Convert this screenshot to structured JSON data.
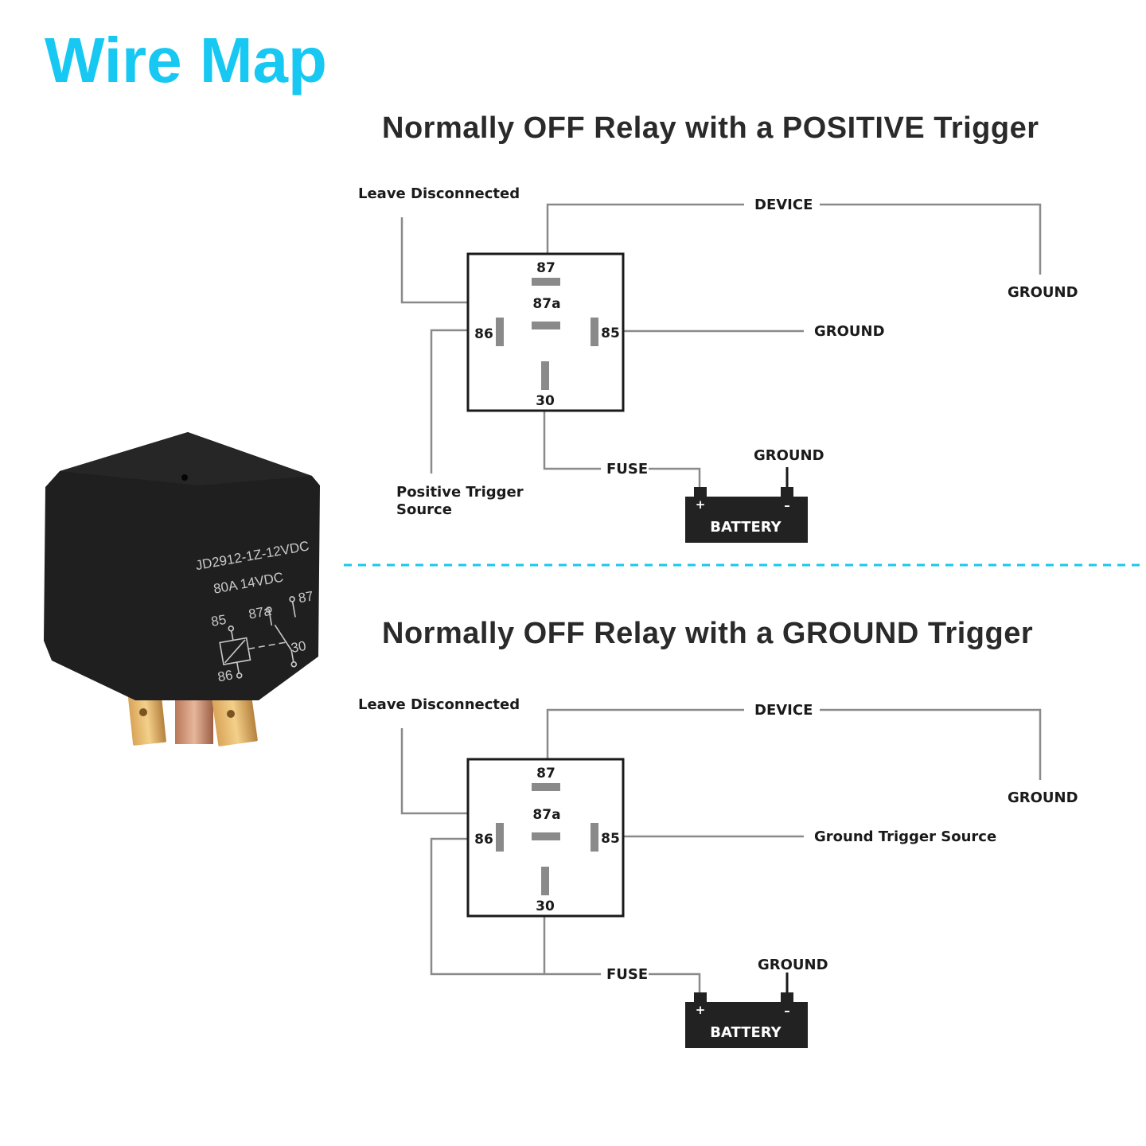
{
  "title": "Wire Map",
  "colors": {
    "accent": "#16c8f2",
    "wire": "#8a8a8a",
    "pad": "#8a8a8a",
    "battery": "#222222"
  },
  "relay_photo": {
    "label_line1": "JD2912-1Z-12VDC",
    "label_line2": "80A  14VDC",
    "pins": {
      "p85": "85",
      "p86": "86",
      "p87a": "87a",
      "p87": "87",
      "p30": "30"
    }
  },
  "diagram_positive": {
    "title": "Normally OFF Relay with a POSITIVE Trigger",
    "leave_disconnected": "Leave Disconnected",
    "device": "DEVICE",
    "device_ground": "GROUND",
    "pin85_label": "GROUND",
    "trigger_label_line1": "Positive Trigger",
    "trigger_label_line2": "Source",
    "fuse": "FUSE",
    "battery_ground": "GROUND",
    "battery": "BATTERY",
    "plus": "+",
    "minus": "–",
    "pins": {
      "p87": "87",
      "p87a": "87a",
      "p86": "86",
      "p85": "85",
      "p30": "30"
    }
  },
  "diagram_ground": {
    "title": "Normally OFF Relay with a GROUND Trigger",
    "leave_disconnected": "Leave Disconnected",
    "device": "DEVICE",
    "device_ground": "GROUND",
    "pin85_label": "Ground Trigger Source",
    "fuse": "FUSE",
    "battery_ground": "GROUND",
    "battery": "BATTERY",
    "plus": "+",
    "minus": "–",
    "pins": {
      "p87": "87",
      "p87a": "87a",
      "p86": "86",
      "p85": "85",
      "p30": "30"
    }
  }
}
